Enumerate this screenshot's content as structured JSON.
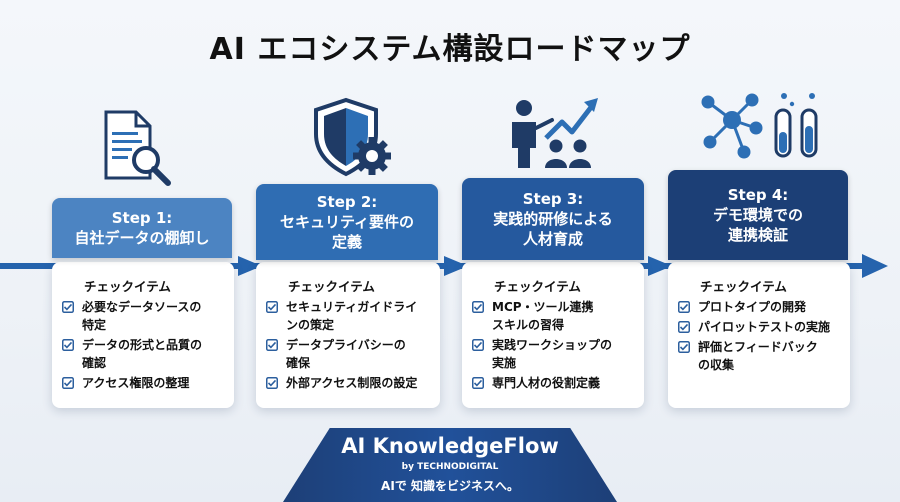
{
  "title": "AI エコシステム構設ロードマップ",
  "colors": {
    "step1": "#4c84c2",
    "step2": "#2f6db3",
    "step3": "#25599e",
    "step4": "#1c3f76",
    "arrow": "#2563ad",
    "check": "#2c5f9e"
  },
  "steps": [
    {
      "step_label": "Step 1:",
      "name_lines": [
        "自社データの棚卸し"
      ],
      "icon": "document-search-icon",
      "checklist_title": "チェックイテム",
      "items": [
        [
          "必要なデータソースの",
          "特定"
        ],
        [
          "データの形式と品質の",
          "確認"
        ],
        [
          "アクセス権限の整理"
        ]
      ]
    },
    {
      "step_label": "Step 2:",
      "name_lines": [
        "セキュリティ要件の",
        "定義"
      ],
      "icon": "shield-gear-icon",
      "checklist_title": "チェックイテム",
      "items": [
        [
          "セキュリティガイドライ",
          "ンの策定"
        ],
        [
          "データプライバシーの",
          "確保"
        ],
        [
          "外部アクセス制限の設定"
        ]
      ]
    },
    {
      "step_label": "Step 3:",
      "name_lines": [
        "実践的研修による",
        "人材育成"
      ],
      "icon": "training-growth-icon",
      "checklist_title": "チェックイテム",
      "items": [
        [
          "MCP・ツール連携",
          "スキルの習得"
        ],
        [
          "実践ワークショップの",
          "実施"
        ],
        [
          "専門人材の役割定義"
        ]
      ]
    },
    {
      "step_label": "Step 4:",
      "name_lines": [
        "デモ環境での",
        "連携検証"
      ],
      "icon": "network-testtube-icon",
      "checklist_title": "チェックイテム",
      "items": [
        [
          "プロトタイプの開発"
        ],
        [
          "パイロットテストの実施"
        ],
        [
          "評価とフィードバック",
          "の収集"
        ]
      ]
    }
  ],
  "brand": {
    "name": "AI KnowledgeFlow",
    "by": "by TECHNODIGITAL",
    "tagline": "AIで 知識をビジネスへ。"
  }
}
